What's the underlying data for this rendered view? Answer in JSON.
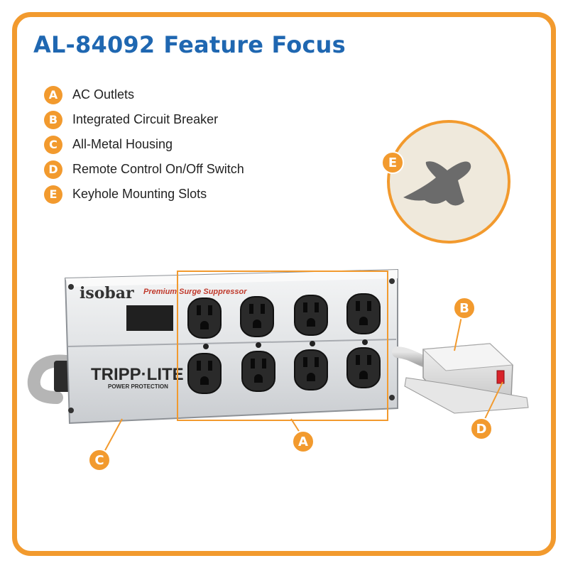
{
  "header": {
    "model": "AL-84092",
    "title": "Feature Focus"
  },
  "features": [
    {
      "letter": "A",
      "label": "AC Outlets"
    },
    {
      "letter": "B",
      "label": "Integrated Circuit Breaker"
    },
    {
      "letter": "C",
      "label": "All-Metal Housing"
    },
    {
      "letter": "D",
      "label": "Remote Control On/Off Switch"
    },
    {
      "letter": "E",
      "label": "Keyhole Mounting Slots"
    }
  ],
  "product": {
    "brand": "isobar",
    "tagline": "Premium Surge Suppressor",
    "maker": "TRIPP·LITE",
    "maker_sub": "POWER PROTECTION"
  },
  "callouts": {
    "a": "A",
    "b": "B",
    "c": "C",
    "d": "D",
    "e": "E"
  },
  "colors": {
    "accent": "#f29a2e",
    "title": "#1f67b1",
    "switch": "#d8232a"
  }
}
